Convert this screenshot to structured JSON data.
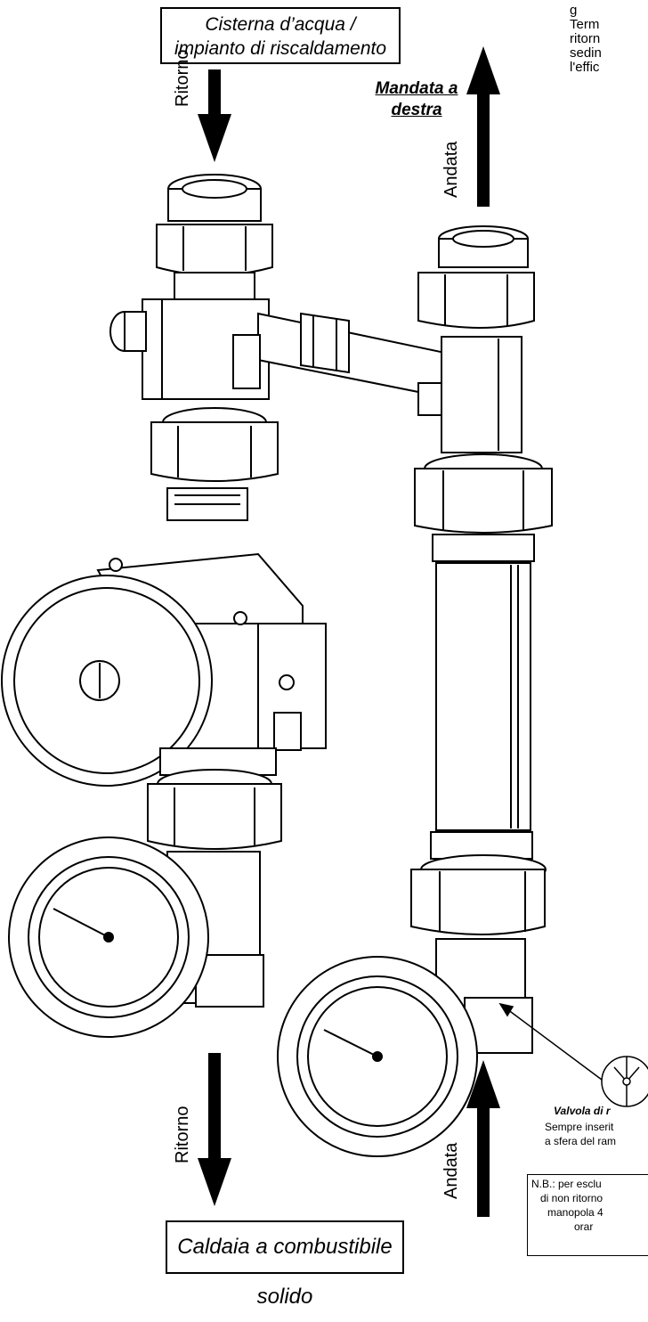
{
  "labels": {
    "top_box_line1": "Cisterna d’acqua /",
    "top_box_line2": "impianto di riscaldamento",
    "bottom_box": "Caldaia a combustibile solido",
    "mandata_line1": "Mandata a",
    "mandata_line2": "destra",
    "ritorno_top": "Ritorno",
    "andata_top": "Andata",
    "ritorno_bottom": "Ritorno",
    "andata_bottom": "Andata"
  },
  "side_text": {
    "line0": "g",
    "line1": "Term",
    "line2": "ritorn",
    "line3": "sedin",
    "line4": "l'effic"
  },
  "valve": {
    "title": "Valvola di r",
    "desc_line1": "Sempre inserit",
    "desc_line2": "a sfera del ram"
  },
  "note": {
    "line1": "N.B.: per esclu",
    "line2": "di non ritorno",
    "line3": "manopola 4",
    "line4": "orar"
  },
  "colors": {
    "line": "#000000",
    "fill": "#ffffff",
    "shade": "#e6e6e6"
  }
}
